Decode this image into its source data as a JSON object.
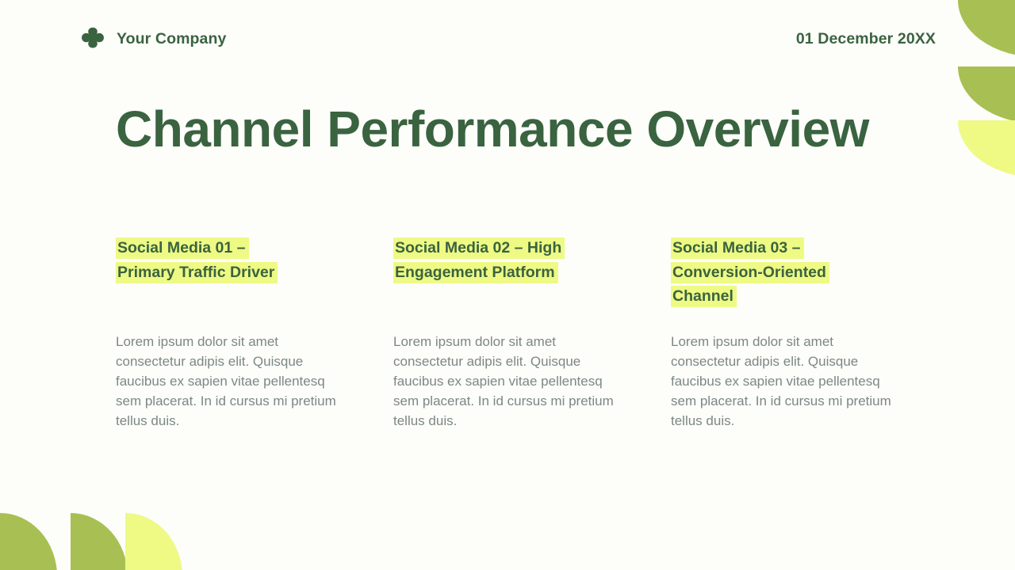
{
  "header": {
    "logo_icon": "clover-icon",
    "brand_name": "Your Company",
    "date": "01 December 20XX"
  },
  "title": "Channel Performance Overview",
  "columns": [
    {
      "heading_lines": [
        "Social Media 01 –",
        "Primary Traffic Driver"
      ],
      "body": "Lorem ipsum dolor sit amet consectetur adipis elit. Quisque faucibus ex sapien vitae pellentesq sem placerat. In id cursus mi pretium tellus duis."
    },
    {
      "heading_lines": [
        "Social Media 02 – High",
        "Engagement Platform"
      ],
      "body": "Lorem ipsum dolor sit amet consectetur adipis elit. Quisque faucibus ex sapien vitae pellentesq sem placerat. In id cursus mi pretium tellus duis."
    },
    {
      "heading_lines": [
        "Social Media 03 –",
        "Conversion-Oriented",
        "Channel"
      ],
      "body": "Lorem ipsum dolor sit amet consectetur adipis elit. Quisque faucibus ex sapien vitae pellentesq sem placerat. In id cursus mi pretium tellus duis."
    }
  ],
  "theme": {
    "background": "#fdfdfa",
    "dark_green": "#3a6340",
    "olive_green": "#a8c053",
    "bright_yellow": "#eefa84",
    "body_gray": "#7c8884"
  },
  "decorations": [
    {
      "name": "top-right-quarter-circle-1",
      "color": "#a8c053"
    },
    {
      "name": "top-right-quarter-circle-2",
      "color": "#a8c053"
    },
    {
      "name": "top-right-quarter-circle-3",
      "color": "#eefa84"
    },
    {
      "name": "bottom-left-quarter-circle-1",
      "color": "#a8c053"
    },
    {
      "name": "bottom-left-quarter-circle-2",
      "color": "#a8c053"
    },
    {
      "name": "bottom-left-quarter-circle-3",
      "color": "#eefa84"
    }
  ]
}
